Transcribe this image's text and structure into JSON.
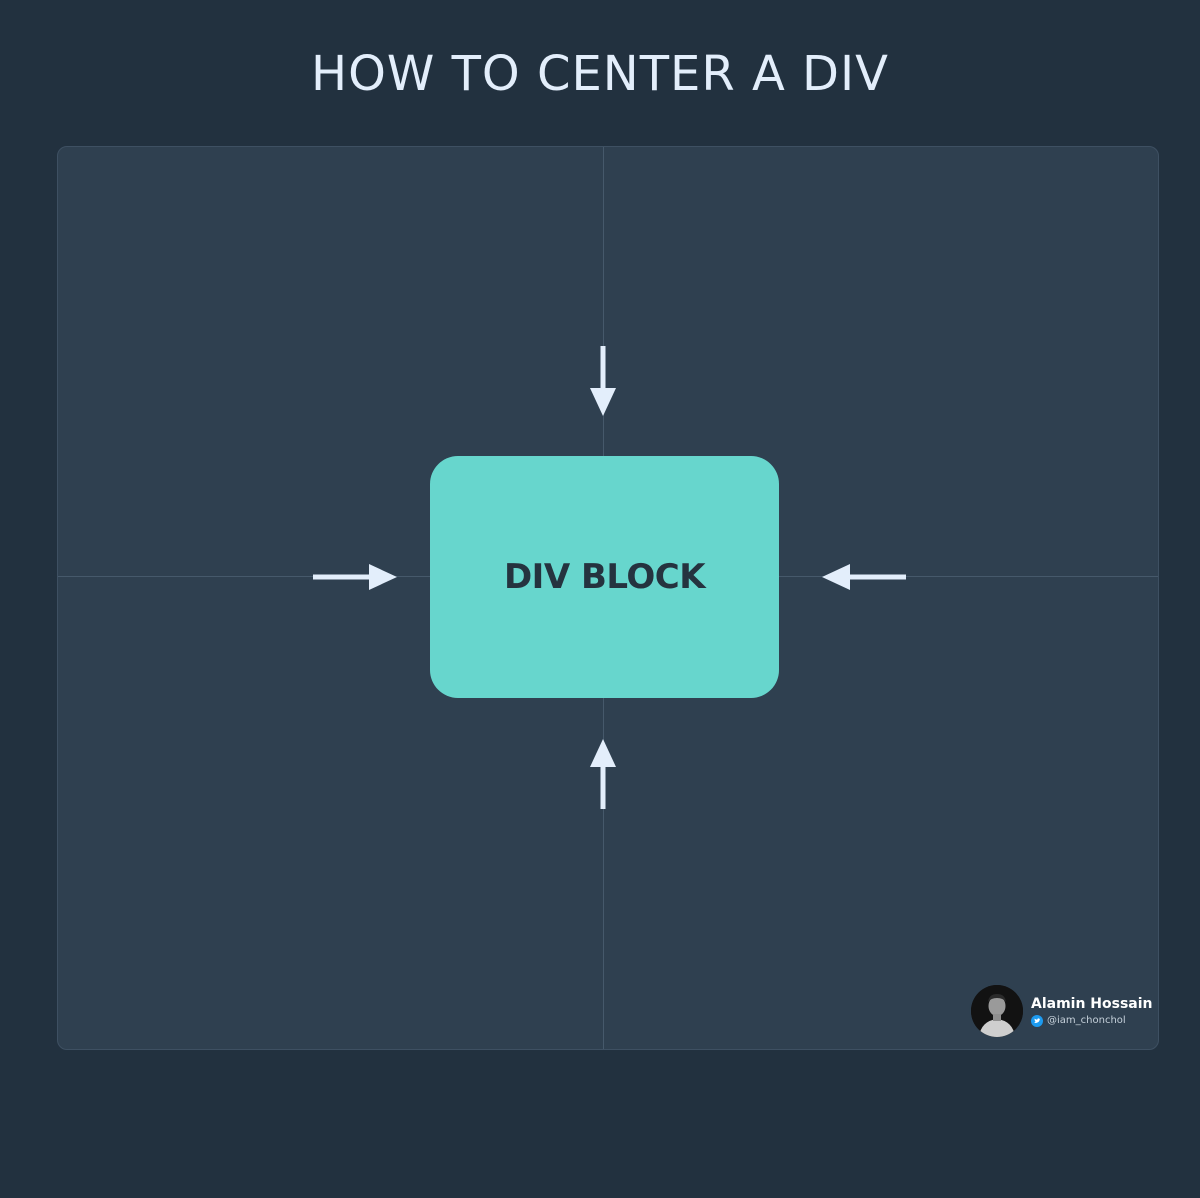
{
  "title": "HOW TO CENTER A DIV",
  "diagram": {
    "block_label": "DIV BLOCK",
    "arrows": [
      {
        "direction": "down",
        "icon": "arrow-down-icon"
      },
      {
        "direction": "right",
        "icon": "arrow-right-icon"
      },
      {
        "direction": "left",
        "icon": "arrow-left-icon"
      },
      {
        "direction": "up",
        "icon": "arrow-up-icon"
      }
    ],
    "colors": {
      "background": "#22313f",
      "panel": "#2f4050",
      "block": "#67d6cd",
      "arrow": "#e3eefb",
      "guide": "#46596b"
    }
  },
  "author": {
    "name": "Alamin Hossain",
    "handle": "@iam_chonchol",
    "handle_icon": "twitter-bird-icon"
  }
}
